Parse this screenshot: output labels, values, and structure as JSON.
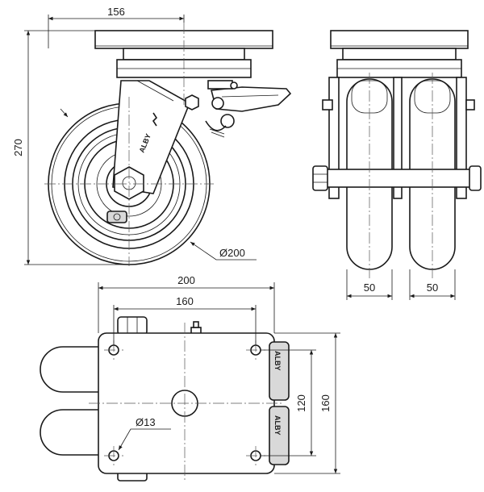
{
  "side_view": {
    "offset_width": "156",
    "total_height": "270",
    "wheel_diameter": "Ø200",
    "brand_mark": "ALBY"
  },
  "front_view": {
    "wheel_width_left": "50",
    "wheel_width_right": "50"
  },
  "plan_view": {
    "plate_length": "200",
    "hole_spacing_length": "160",
    "hole_spacing_width": "120",
    "plate_width": "160",
    "bolt_hole_diameter": "Ø13",
    "brand_mark": "ALBY"
  }
}
